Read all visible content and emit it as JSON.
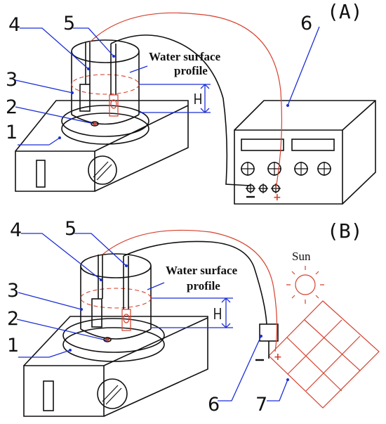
{
  "panels": [
    {
      "id": "A",
      "panel_label": "(A)",
      "callout_line1": "Water surface",
      "callout_line2": "profile",
      "numbers": [
        "1",
        "2",
        "3",
        "4",
        "5",
        "6"
      ],
      "polarity": {
        "negative": "-",
        "positive": "+"
      }
    },
    {
      "id": "B",
      "panel_label": "(B)",
      "callout_line1": "Water surface",
      "callout_line2": "profile",
      "numbers": [
        "1",
        "2",
        "3",
        "4",
        "5",
        "6",
        "7"
      ],
      "sun_label": "Sun",
      "polarity": {
        "negative": "-",
        "positive": "+"
      }
    }
  ],
  "colors": {
    "outline": "#111111",
    "leader_lines": "#1c2fd6",
    "hidden_and_wires": "#d6412e"
  }
}
